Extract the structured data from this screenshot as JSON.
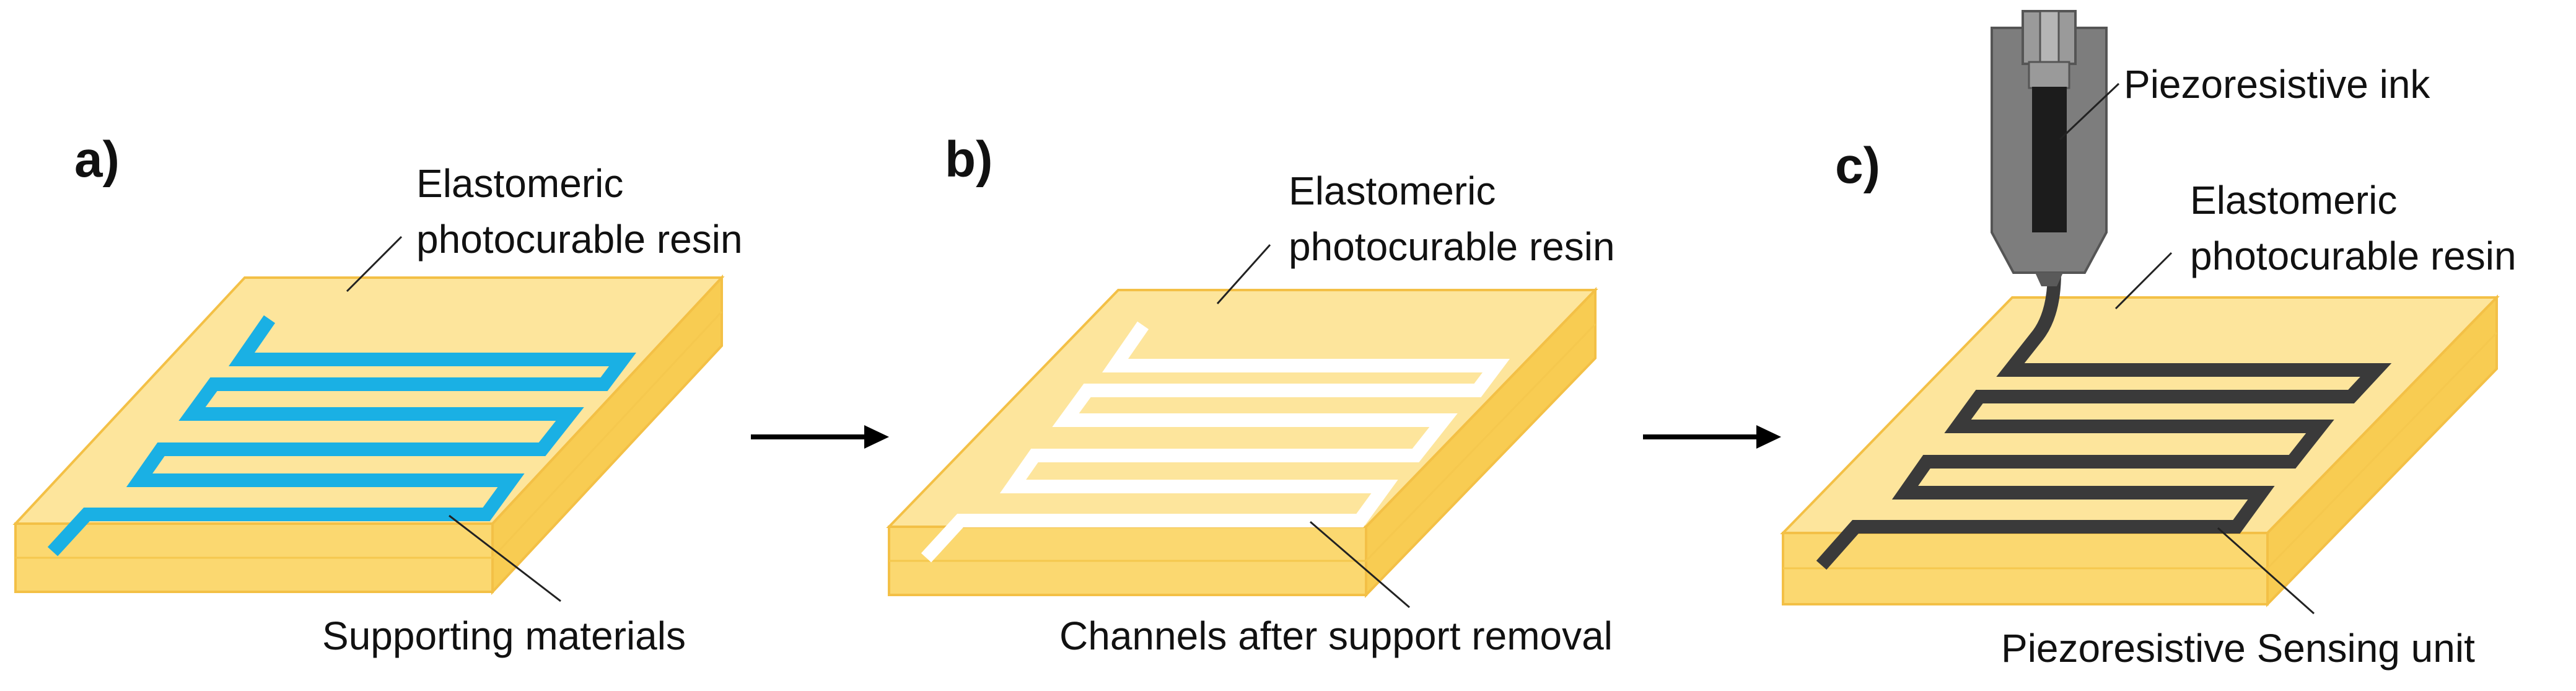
{
  "figure": {
    "panels": [
      {
        "letter": "a)",
        "resin_label_line1": "Elastomeric",
        "resin_label_line2": "photocurable resin",
        "bottom_label": "Supporting materials",
        "channel_state": "support-filled"
      },
      {
        "letter": "b)",
        "resin_label_line1": "Elastomeric",
        "resin_label_line2": "photocurable resin",
        "bottom_label": "Channels after support removal",
        "channel_state": "empty"
      },
      {
        "letter": "c)",
        "resin_label_line1": "Elastomeric",
        "resin_label_line2": "photocurable resin",
        "bottom_label": "Piezoresistive Sensing unit",
        "channel_state": "ink-filled",
        "nozzle_label": "Piezoresistive ink"
      }
    ],
    "arrows": [
      "a-to-b",
      "b-to-c"
    ],
    "colors": {
      "resin_top": "#fde59c",
      "resin_front": "#fbd870",
      "resin_side": "#f8cc52",
      "resin_edge": "#f3c046",
      "support_channel": "#1ab0e4",
      "empty_channel": "#ffffff",
      "ink_channel": "#3a3a3a",
      "nozzle_body": "#7d7d7d",
      "ink_cartridge": "#1c1c1c",
      "arrow": "#000000"
    }
  }
}
